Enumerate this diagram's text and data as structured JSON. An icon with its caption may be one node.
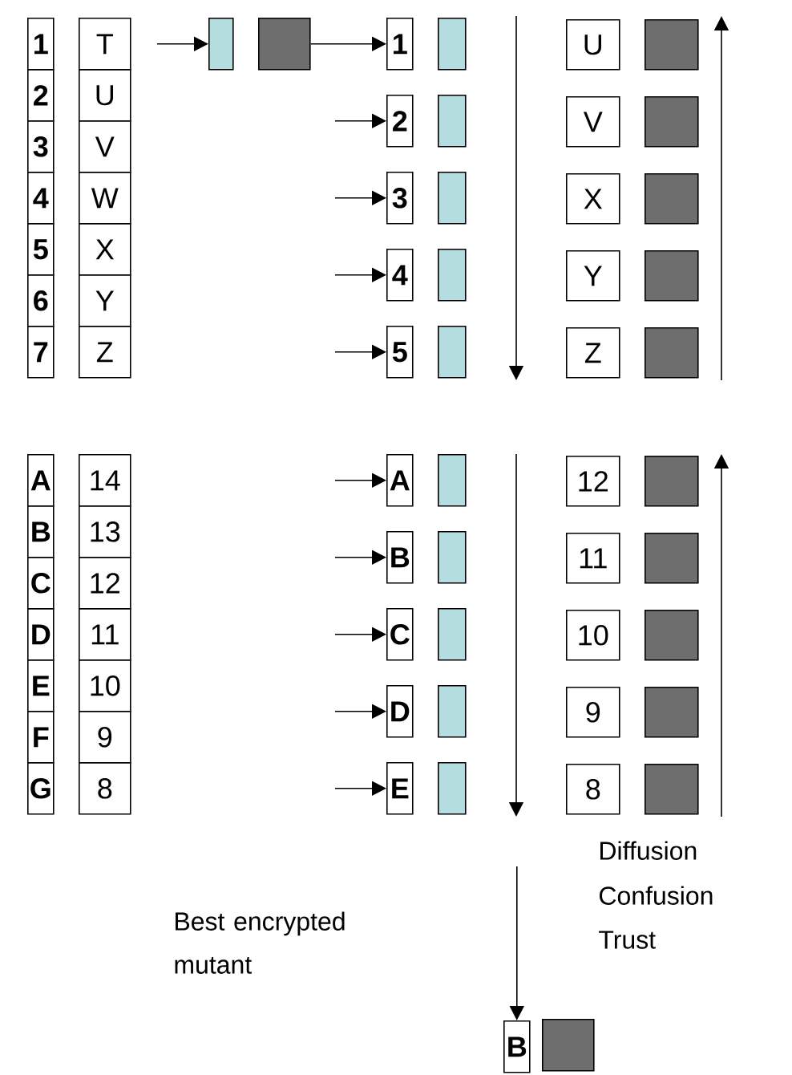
{
  "diagram": {
    "nodes": [
      {
        "text": [
          "1"
        ]
      },
      {
        "text": [
          "2"
        ]
      },
      {
        "text": [
          "3"
        ]
      },
      {
        "text": [
          "4"
        ]
      },
      {
        "text": [
          "5"
        ]
      },
      {
        "text": [
          "6"
        ]
      },
      {
        "text": [
          "7"
        ]
      },
      {
        "text": [
          "T"
        ]
      },
      {
        "text": [
          "U"
        ]
      },
      {
        "text": [
          "V"
        ]
      },
      {
        "text": [
          "W"
        ]
      },
      {
        "text": [
          "X"
        ]
      },
      {
        "text": [
          "Y"
        ]
      },
      {
        "text": [
          "Z"
        ]
      },
      {
        "text": [],
        "shape": "box"
      },
      {
        "text": [],
        "shape": "box"
      },
      {
        "text": [
          "1"
        ]
      },
      {
        "text": [],
        "shape": "box"
      },
      {
        "text": [
          "2"
        ]
      },
      {
        "text": [],
        "shape": "box"
      },
      {
        "text": [
          "3"
        ]
      },
      {
        "text": [],
        "shape": "box"
      },
      {
        "text": [
          "4"
        ]
      },
      {
        "text": [],
        "shape": "box"
      },
      {
        "text": [
          "5"
        ]
      },
      {
        "text": [],
        "shape": "box"
      },
      {
        "text": [
          "U"
        ]
      },
      {
        "text": [],
        "shape": "box"
      },
      {
        "text": [
          "V"
        ]
      },
      {
        "text": [],
        "shape": "box"
      },
      {
        "text": [
          "X"
        ]
      },
      {
        "text": [],
        "shape": "box"
      },
      {
        "text": [
          "Y"
        ]
      },
      {
        "text": [],
        "shape": "box"
      },
      {
        "text": [
          "Z"
        ]
      },
      {
        "text": [],
        "shape": "box"
      },
      {
        "text": [
          "A"
        ]
      },
      {
        "text": [
          "B"
        ]
      },
      {
        "text": [
          "C"
        ]
      },
      {
        "text": [
          "D"
        ]
      },
      {
        "text": [
          "E"
        ]
      },
      {
        "text": [
          "F"
        ]
      },
      {
        "text": [
          "G"
        ]
      },
      {
        "text": [
          "14"
        ]
      },
      {
        "text": [
          "13"
        ]
      },
      {
        "text": [
          "12"
        ]
      },
      {
        "text": [
          "11"
        ]
      },
      {
        "text": [
          "10"
        ]
      },
      {
        "text": [
          "9"
        ]
      },
      {
        "text": [
          "8"
        ]
      },
      {
        "text": [
          "A"
        ]
      },
      {
        "text": [],
        "shape": "box"
      },
      {
        "text": [
          "B"
        ]
      },
      {
        "text": [],
        "shape": "box"
      },
      {
        "text": [
          "C"
        ]
      },
      {
        "text": [],
        "shape": "box"
      },
      {
        "text": [
          "D"
        ]
      },
      {
        "text": [],
        "shape": "box"
      },
      {
        "text": [
          "E"
        ]
      },
      {
        "text": [],
        "shape": "box"
      },
      {
        "text": [
          "12"
        ]
      },
      {
        "text": [],
        "shape": "box"
      },
      {
        "text": [
          "11"
        ]
      },
      {
        "text": [],
        "shape": "box"
      },
      {
        "text": [
          "10"
        ]
      },
      {
        "text": [],
        "shape": "box"
      },
      {
        "text": [
          "9"
        ]
      },
      {
        "text": [],
        "shape": "box"
      },
      {
        "text": [
          "8"
        ]
      },
      {
        "text": [],
        "shape": "box"
      },
      {
        "text": [
          "B"
        ]
      },
      {
        "text": [],
        "shape": "box"
      }
    ],
    "edges": [
      {
        "from": null,
        "to": 14,
        "arrow": "to"
      },
      {
        "from": 15,
        "to": 16,
        "arrow": "to"
      },
      {
        "from": null,
        "to": 18,
        "arrow": "to"
      },
      {
        "from": null,
        "to": 20,
        "arrow": "to"
      },
      {
        "from": null,
        "to": 22,
        "arrow": "to"
      },
      {
        "from": null,
        "to": 24,
        "arrow": "to"
      },
      {
        "from": null,
        "to": 50,
        "arrow": "to"
      },
      {
        "from": null,
        "to": 52,
        "arrow": "to"
      },
      {
        "from": null,
        "to": 54,
        "arrow": "to"
      },
      {
        "from": null,
        "to": 56,
        "arrow": "to"
      },
      {
        "from": null,
        "to": 58,
        "arrow": "to"
      },
      {
        "from": null,
        "to": 70,
        "arrow": "to"
      }
    ],
    "labels": [
      "Diffusion",
      "Confusion",
      "Trust",
      "Best encrypted mutant"
    ]
  }
}
